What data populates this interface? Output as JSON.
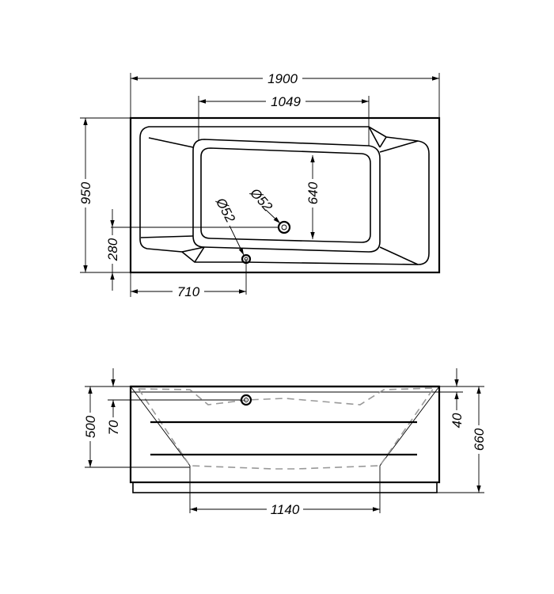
{
  "top_view": {
    "total_length": "1900",
    "inner_length": "1049",
    "total_width": "950",
    "inner_width": "640",
    "drain_offset_y": "280",
    "drain_offset_x": "710",
    "overflow_diameter": "Ø52",
    "drain_diameter": "Ø52"
  },
  "front_view": {
    "height": "500",
    "overflow_height": "70",
    "rim_thickness": "40",
    "total_height": "660",
    "bottom_length": "1140"
  }
}
